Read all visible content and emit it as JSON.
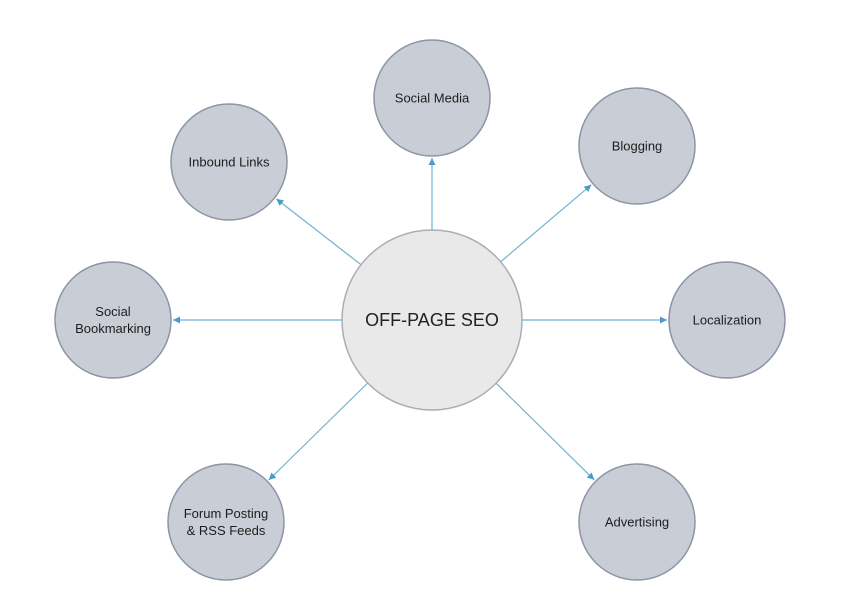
{
  "center": {
    "label": "OFF-PAGE SEO"
  },
  "nodes": [
    {
      "id": "social-media",
      "label_lines": [
        "Social Media"
      ]
    },
    {
      "id": "blogging",
      "label_lines": [
        "Blogging"
      ]
    },
    {
      "id": "localization",
      "label_lines": [
        "Localization"
      ]
    },
    {
      "id": "advertising",
      "label_lines": [
        "Advertising"
      ]
    },
    {
      "id": "forum-posting-rss-feeds",
      "label_lines": [
        "Forum Posting",
        "& RSS Feeds"
      ]
    },
    {
      "id": "social-bookmarking",
      "label_lines": [
        "Social",
        "Bookmarking"
      ]
    },
    {
      "id": "inbound-links",
      "label_lines": [
        "Inbound Links"
      ]
    }
  ],
  "colors": {
    "node_fill": "#c9cdd6",
    "node_stroke": "#8b95a6",
    "center_fill": "#e9e9ea",
    "connector": "#6fb2d0"
  }
}
